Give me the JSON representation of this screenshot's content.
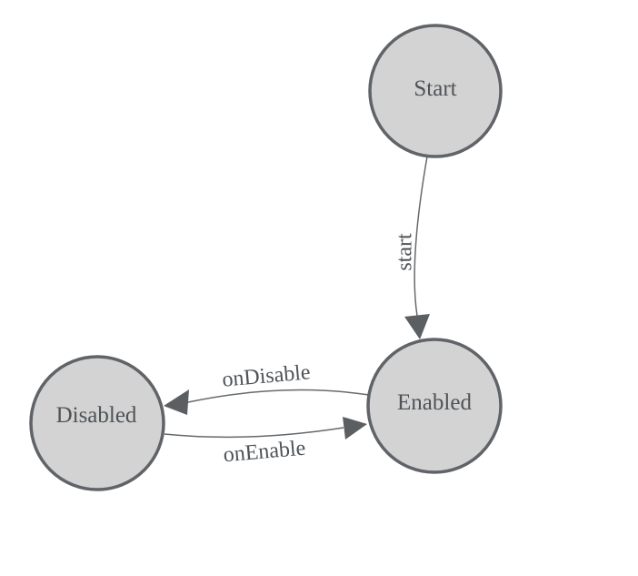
{
  "diagram": {
    "type": "state-machine-graph",
    "background_color": "#ffffff",
    "node_fill_color": "#d3d3d3",
    "node_stroke_color": "#606367",
    "edge_line_color": "#66696c",
    "arrowhead_color": "#5c5f62",
    "label_text_color": "#4e5357",
    "nodes": [
      {
        "id": "start",
        "label": "Start"
      },
      {
        "id": "enabled",
        "label": "Enabled"
      },
      {
        "id": "disabled",
        "label": "Disabled"
      }
    ],
    "edges": [
      {
        "from": "Start",
        "to": "Enabled",
        "label": "start"
      },
      {
        "from": "Enabled",
        "to": "Disabled",
        "label": "onDisable"
      },
      {
        "from": "Disabled",
        "to": "Enabled",
        "label": "onEnable"
      }
    ]
  }
}
